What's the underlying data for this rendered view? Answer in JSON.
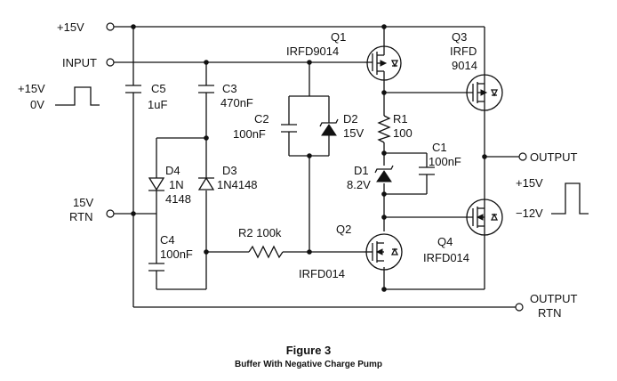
{
  "terminals": {
    "plus15v": "+15V",
    "input": "INPUT",
    "rtn15v_line1": "15V",
    "rtn15v_line2": "RTN",
    "output": "OUTPUT",
    "output_rtn_line1": "OUTPUT",
    "output_rtn_line2": "RTN"
  },
  "waveforms": {
    "input_high": "+15V",
    "input_low": "0V",
    "output_high": "+15V",
    "output_low": "−12V"
  },
  "components": {
    "q1_ref": "Q1",
    "q1_part": "IRFD9014",
    "q3_ref": "Q3",
    "q3_part_line1": "IRFD",
    "q3_part_line2": "9014",
    "q2_ref": "Q2",
    "q2_part": "IRFD014",
    "q4_ref": "Q4",
    "q4_part": "IRFD014",
    "c5_ref": "C5",
    "c5_value": "1uF",
    "c3_ref": "C3",
    "c3_value": "470nF",
    "c2_ref": "C2",
    "c2_value": "100nF",
    "d2_ref": "D2",
    "d2_value": "15V",
    "r1_ref": "R1",
    "r1_value": "100",
    "c1_ref": "C1",
    "c1_value": "100nF",
    "d1_ref": "D1",
    "d1_value": "8.2V",
    "d4_ref": "D4",
    "d4_value_line1": "1N",
    "d4_value_line2": "4148",
    "d3_ref": "D3",
    "d3_value": "1N4148",
    "c4_ref": "C4",
    "c4_value": "100nF",
    "r2_label": "R2 100k"
  },
  "caption": {
    "title": "Figure 3",
    "subtitle": "Buffer With Negative Charge Pump"
  }
}
